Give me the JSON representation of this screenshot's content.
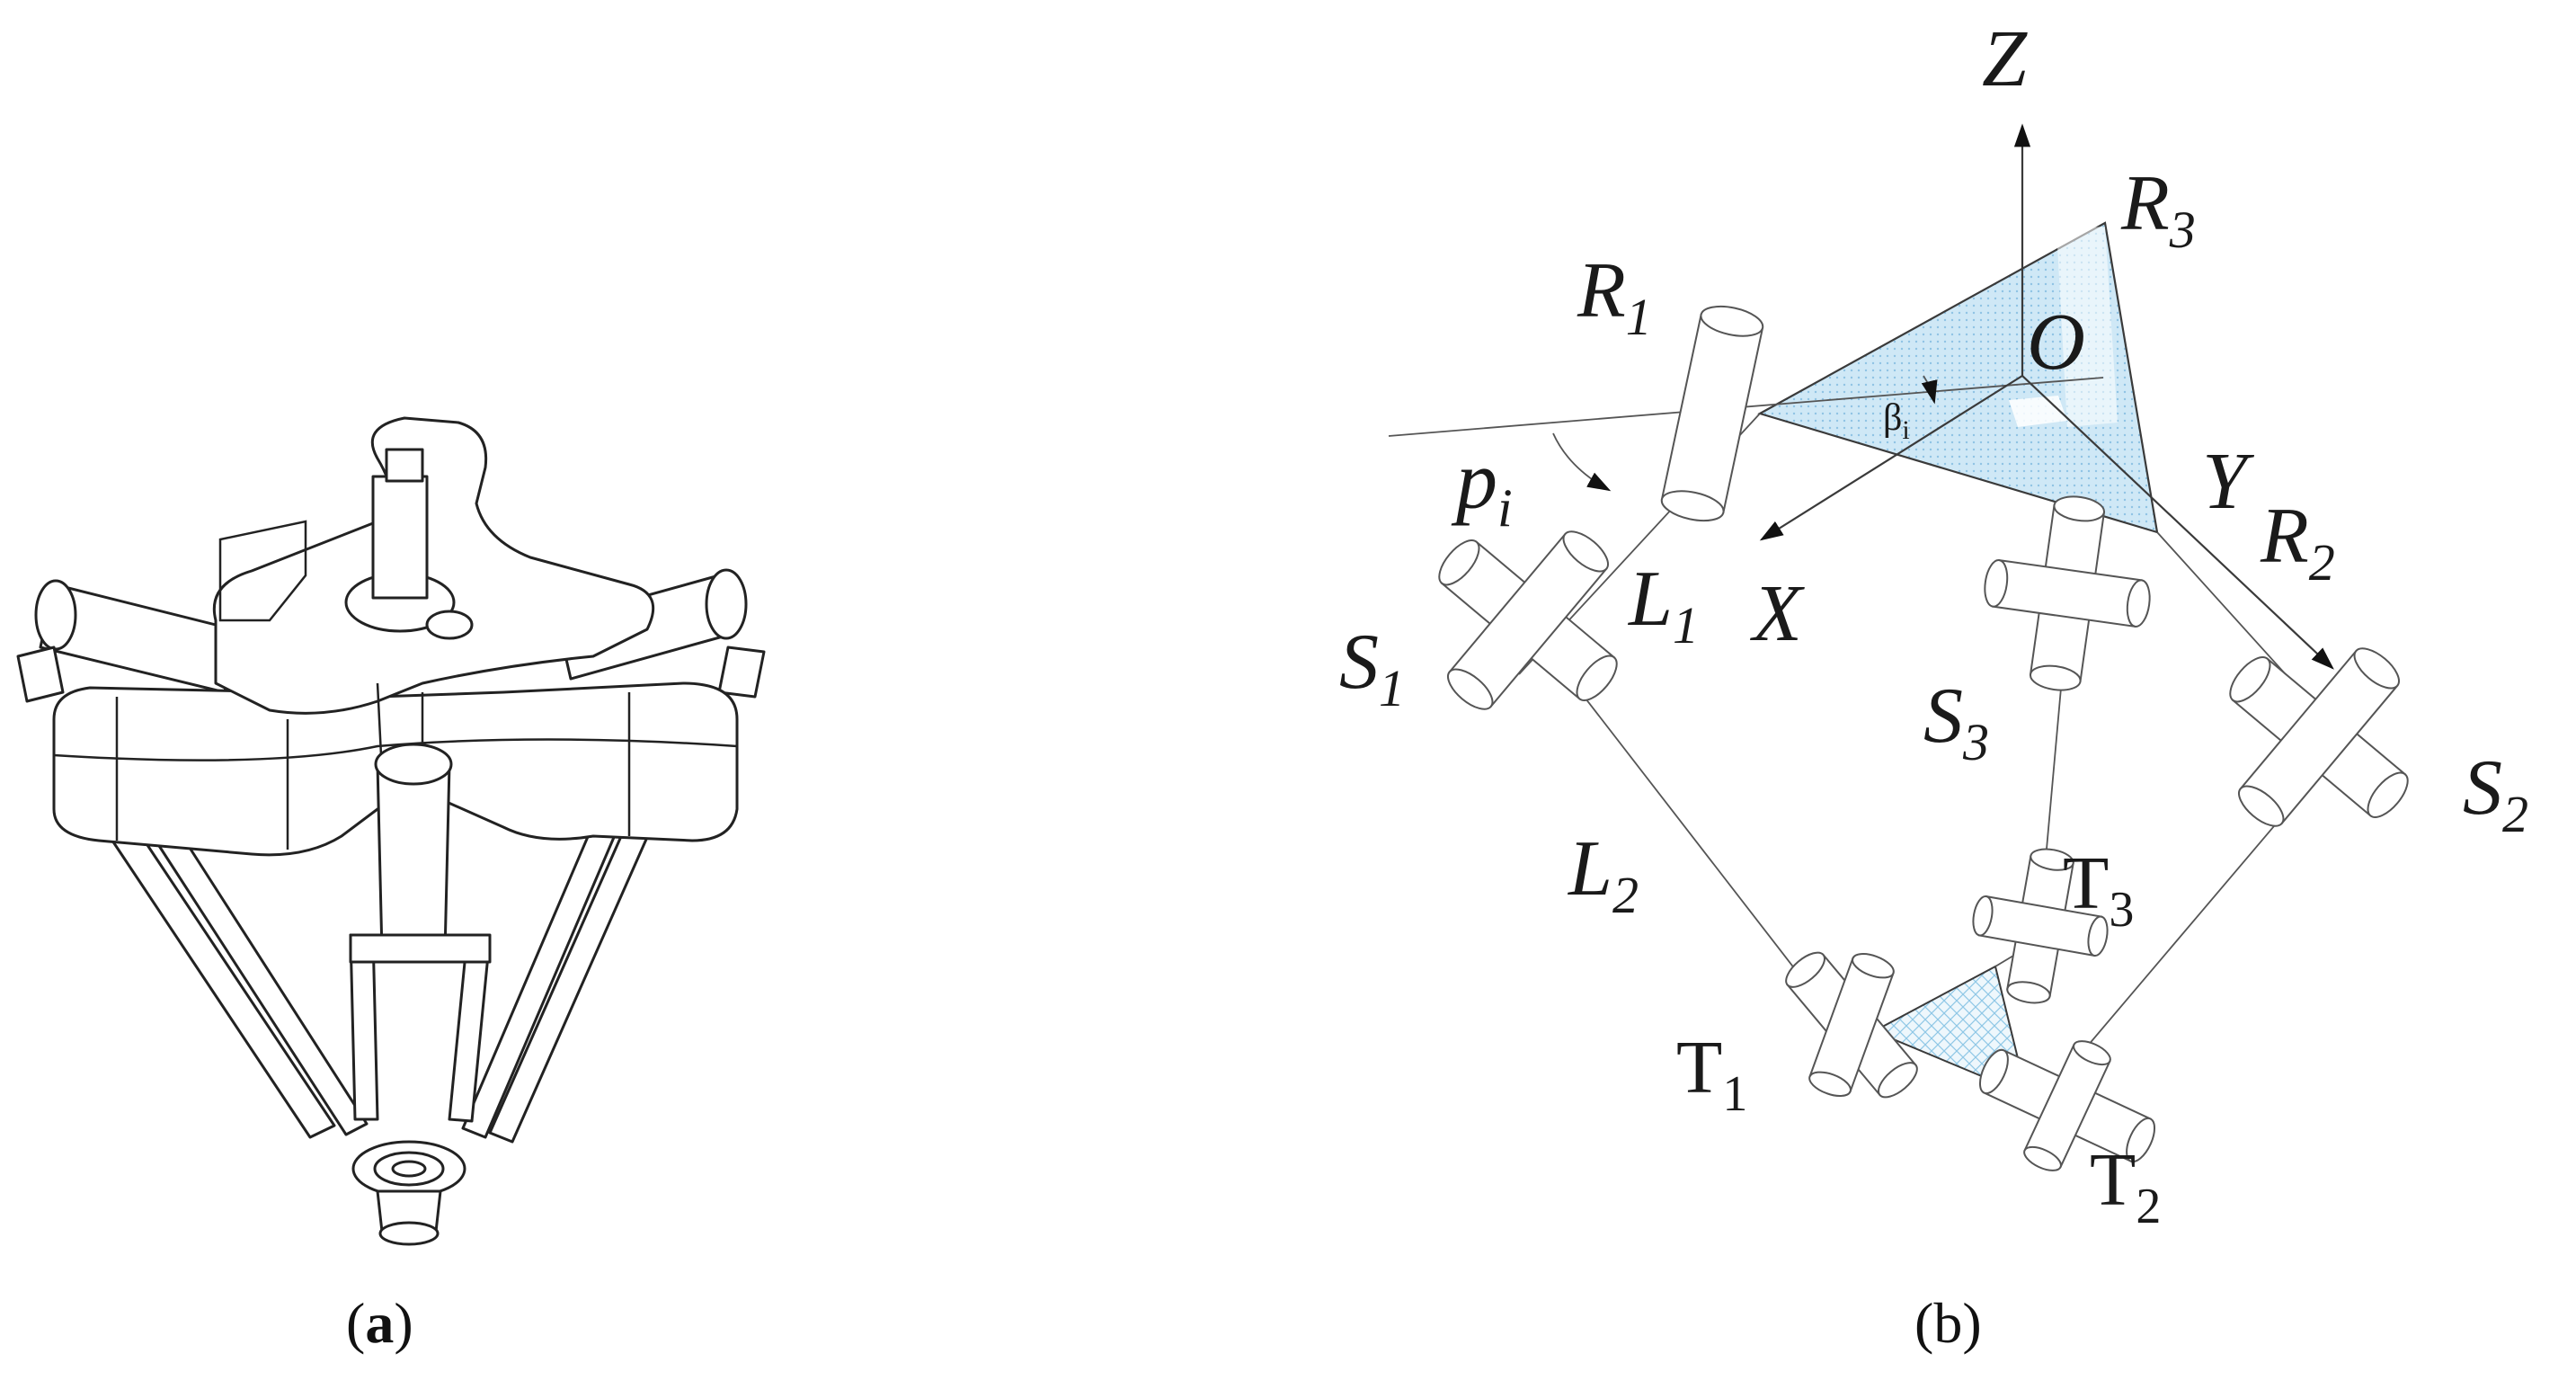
{
  "captions": {
    "a": "a",
    "b": "b"
  },
  "labels": {
    "Z": "Z",
    "X": "X",
    "Y": "Y",
    "O": "O",
    "R1": {
      "base": "R",
      "sub": "1"
    },
    "R2": {
      "base": "R",
      "sub": "2"
    },
    "R3": {
      "base": "R",
      "sub": "3"
    },
    "L1": {
      "base": "L",
      "sub": "1"
    },
    "L2": {
      "base": "L",
      "sub": "2"
    },
    "S1": {
      "base": "S",
      "sub": "1"
    },
    "S2": {
      "base": "S",
      "sub": "2"
    },
    "S3": {
      "base": "S",
      "sub": "3"
    },
    "T1": {
      "base": "T",
      "sub": "1"
    },
    "T2": {
      "base": "T",
      "sub": "2"
    },
    "T3": {
      "base": "T",
      "sub": "3"
    },
    "pi": {
      "base": "p",
      "sub": "i"
    },
    "beta": {
      "base": "β",
      "sub": "i"
    }
  },
  "colors": {
    "platform_fill": "#bfe0f2",
    "line": "#3a3a3a",
    "text": "#1a1a1a"
  },
  "icons": [
    "delta-robot-drawing",
    "revolute-joint-icon",
    "universal-joint-icon"
  ]
}
